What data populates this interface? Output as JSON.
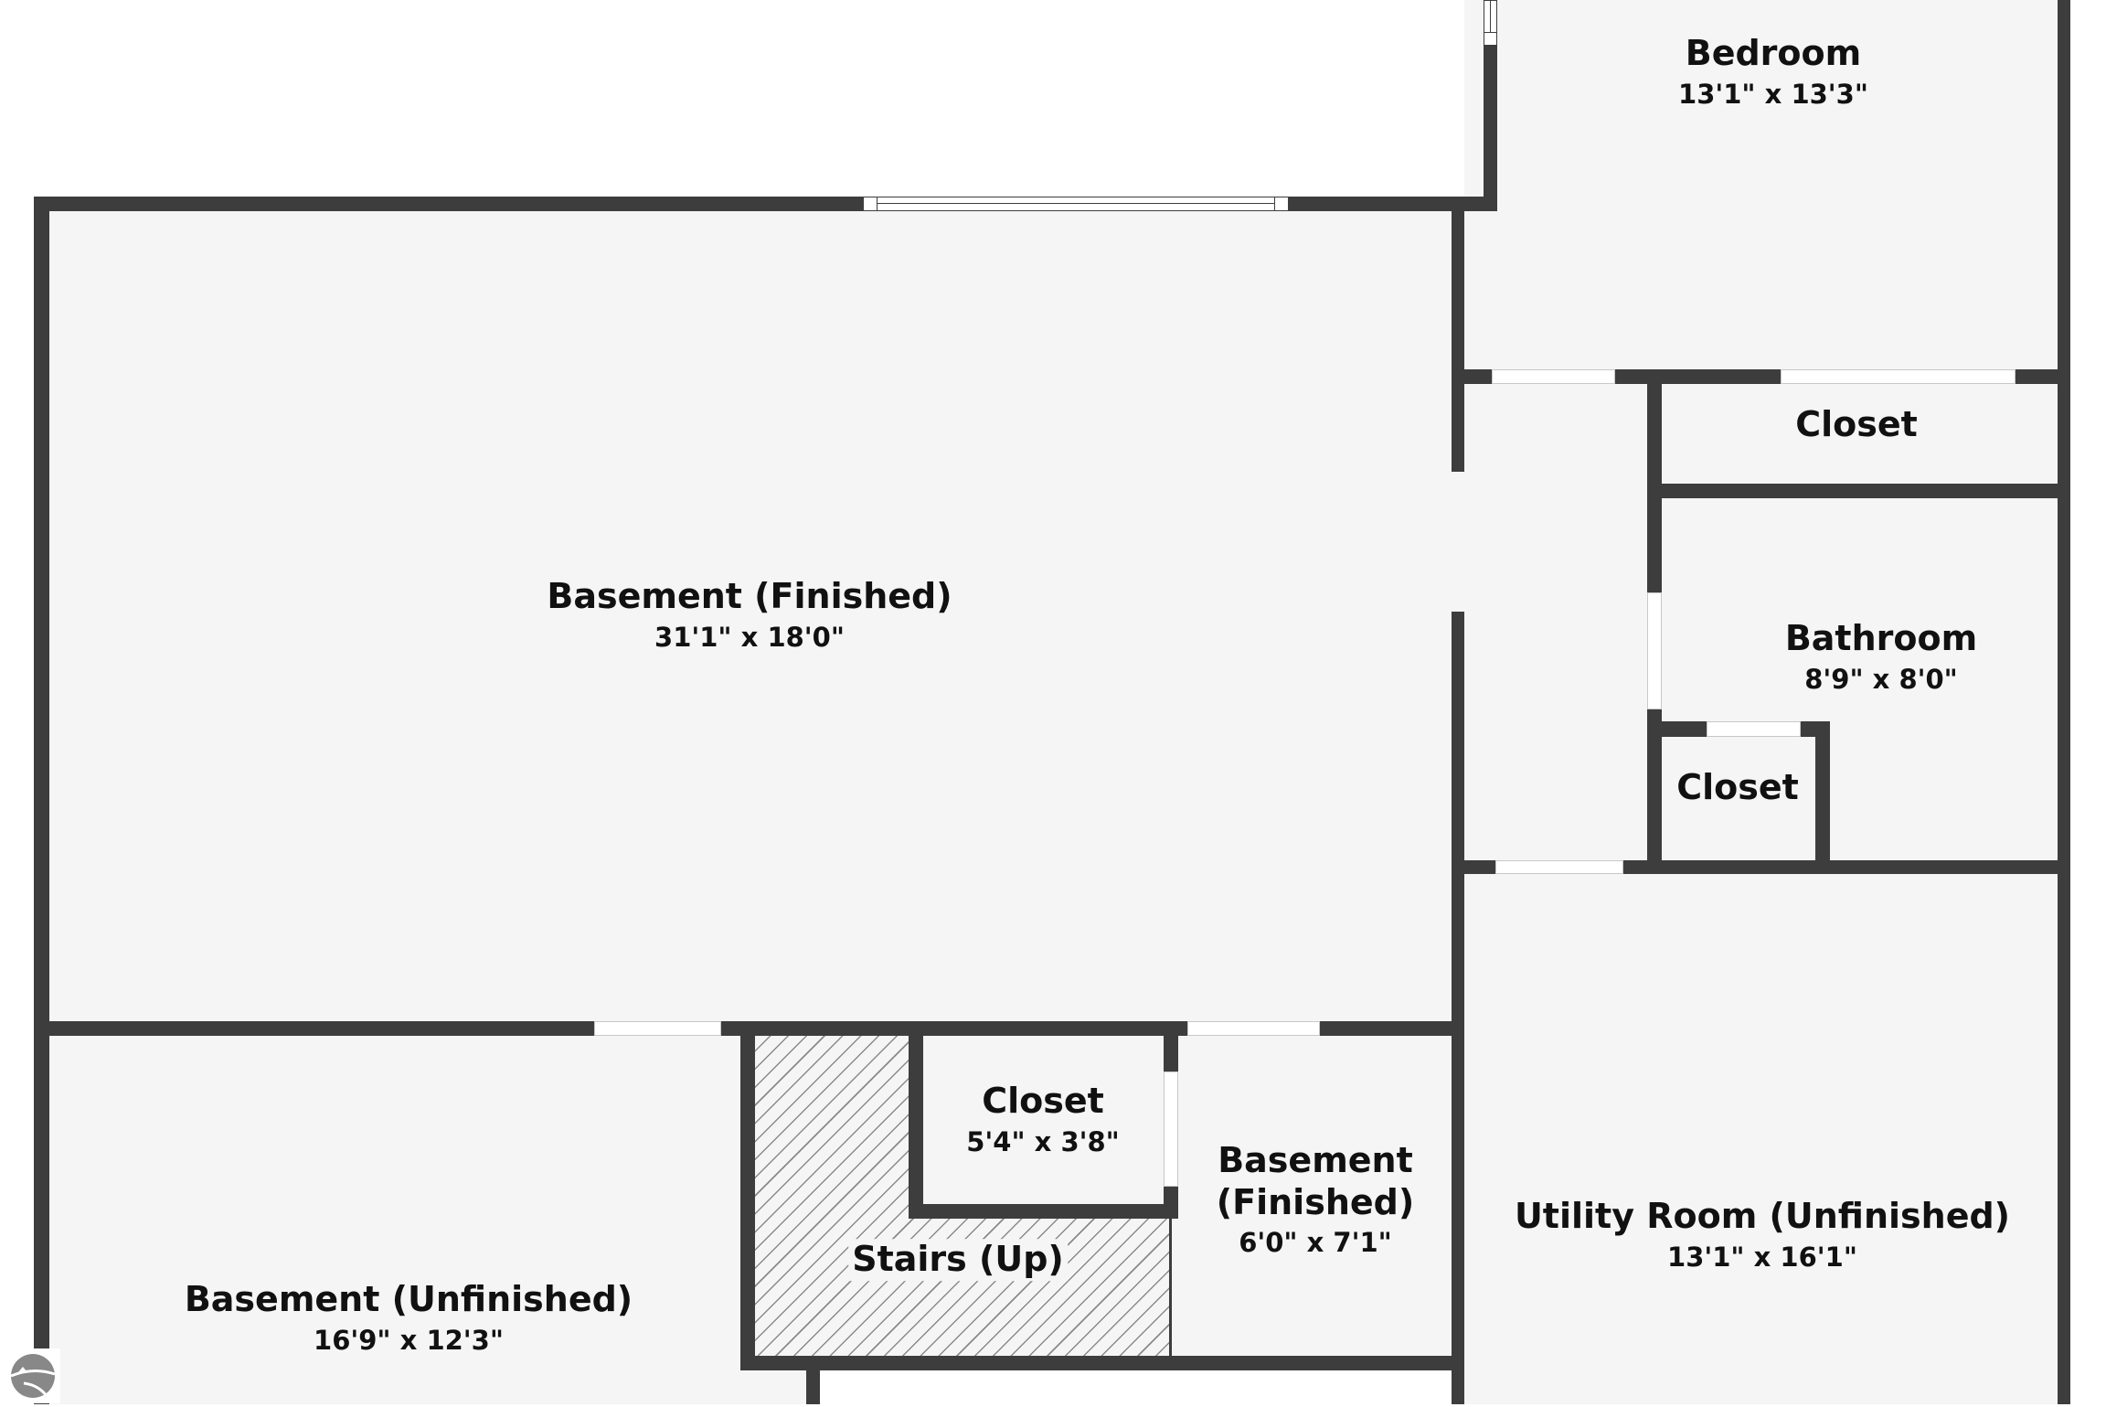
{
  "title": "Basement Floor Plan",
  "colors": {
    "wall": "#3d3d3d",
    "floor": "#f5f5f5",
    "background": "#ffffff",
    "text": "#111111"
  },
  "rooms": [
    {
      "id": "basement-finished-main",
      "name": "Basement (Finished)",
      "dimensions": "31'1\" x 18'0\""
    },
    {
      "id": "bedroom",
      "name": "Bedroom",
      "dimensions": "13'1\" x 13'3\""
    },
    {
      "id": "closet-bedroom",
      "name": "Closet",
      "dimensions": ""
    },
    {
      "id": "bathroom",
      "name": "Bathroom",
      "dimensions": "8'9\" x 8'0\""
    },
    {
      "id": "closet-bathroom",
      "name": "Closet",
      "dimensions": ""
    },
    {
      "id": "closet-stairs",
      "name": "Closet",
      "dimensions": "5'4\" x 3'8\""
    },
    {
      "id": "stairs",
      "name": "Stairs (Up)",
      "dimensions": ""
    },
    {
      "id": "basement-finished-small",
      "name_lines": [
        "Basement",
        "(Finished)"
      ],
      "dimensions": "6'0\" x 7'1\""
    },
    {
      "id": "utility-room",
      "name": "Utility Room (Unfinished)",
      "dimensions": "13'1\" x 16'1\""
    },
    {
      "id": "basement-unfinished",
      "name": "Basement (Unfinished)",
      "dimensions": "16'9\" x 12'3\""
    }
  ],
  "logo": {
    "icon": "house-landscape-logo-icon"
  }
}
